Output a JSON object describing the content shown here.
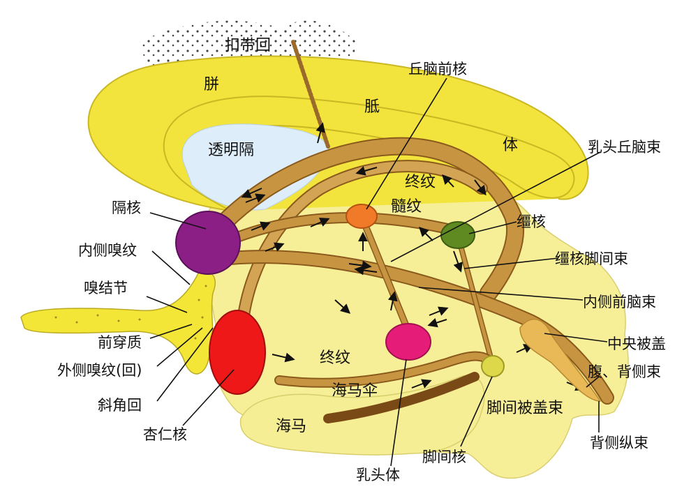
{
  "diagram": {
    "structures": {
      "cingulate_gyrus": "扣带回",
      "corpus_callosum": [
        "胼",
        "胝",
        "体"
      ],
      "septum_pellucidum": "透明隔",
      "stria_terminalis_upper": "终纹",
      "stria_medullaris": "髓纹",
      "stria_terminalis_lower": "终纹",
      "fimbria": "海马伞",
      "hippocampus": "海马",
      "interpeduncular_tegmental_tract": "脚间被盖束"
    },
    "labels": {
      "anterior_thalamic_nucleus": "丘脑前核",
      "mammillothalamic_tract": "乳头丘脑束",
      "habenular_nucleus": "缰核",
      "habenulo_interpeduncular_tract": "缰核脚间束",
      "medial_forebrain_bundle": "内侧前脑束",
      "central_tegmentum": "中央被盖",
      "ventral_dorsal_tracts": "腹、背侧束",
      "dorsal_longitudinal_fasciculus": "背侧纵束",
      "interpeduncular_nucleus": "脚间核",
      "mammillary_body": "乳头体",
      "amygdala": "杏仁核",
      "diagonal_gyrus": "斜角回",
      "lateral_olfactory_stria": "外侧嗅纹(回)",
      "anterior_perforated_substance": "前穿质",
      "olfactory_tubercle": "嗅结节",
      "medial_olfactory_stria": "内侧嗅纹",
      "septal_nuclei": "隔核"
    },
    "colors": {
      "brain_fill": "#f7ef98",
      "callosum_fill": "#f2e43c",
      "tract": "#c79542",
      "tract_edge": "#8a5a1c",
      "septum_fill": "#ddeefa",
      "septal_nuclei": "#8b1f86",
      "amygdala": "#ee1818",
      "mammillary_body": "#e51d78",
      "anterior_thalamic_nucleus": "#f07a28",
      "habenular_nucleus": "#5f8a22",
      "interpeduncular_nucleus": "#dcd84a",
      "central_tegmentum": "#e9b957",
      "olfactory": "#f3e637"
    }
  }
}
